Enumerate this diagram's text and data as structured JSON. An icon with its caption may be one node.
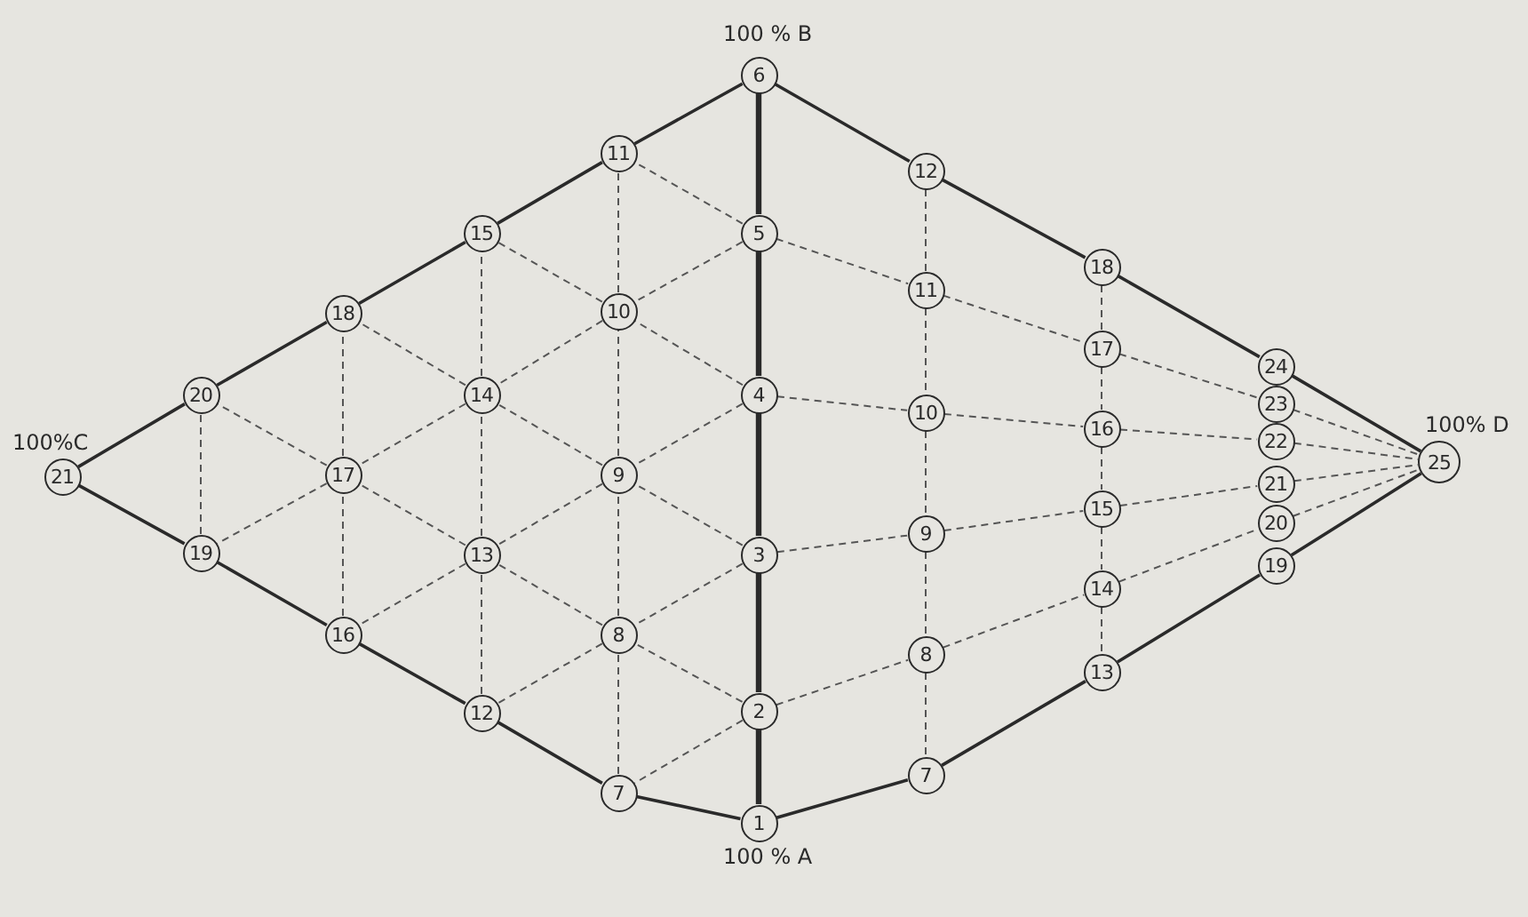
{
  "diagram": {
    "nodes": [
      {
        "text": [
          "1"
        ],
        "beside": [
          "100 % A"
        ]
      },
      {
        "text": [
          "2"
        ]
      },
      {
        "text": [
          "3"
        ]
      },
      {
        "text": [
          "4"
        ]
      },
      {
        "text": [
          "5"
        ]
      },
      {
        "text": [
          "6"
        ],
        "beside": [
          "100 % B"
        ]
      },
      {
        "text": [
          "7"
        ]
      },
      {
        "text": [
          "8"
        ]
      },
      {
        "text": [
          "9"
        ]
      },
      {
        "text": [
          "10"
        ]
      },
      {
        "text": [
          "11"
        ]
      },
      {
        "text": [
          "12"
        ]
      },
      {
        "text": [
          "13"
        ]
      },
      {
        "text": [
          "14"
        ]
      },
      {
        "text": [
          "15"
        ]
      },
      {
        "text": [
          "16"
        ]
      },
      {
        "text": [
          "17"
        ]
      },
      {
        "text": [
          "18"
        ]
      },
      {
        "text": [
          "19"
        ]
      },
      {
        "text": [
          "20"
        ]
      },
      {
        "text": [
          "21"
        ],
        "beside": [
          "100%C"
        ]
      },
      {
        "text": [
          "7"
        ]
      },
      {
        "text": [
          "8"
        ]
      },
      {
        "text": [
          "9"
        ]
      },
      {
        "text": [
          "10"
        ]
      },
      {
        "text": [
          "11"
        ]
      },
      {
        "text": [
          "12"
        ]
      },
      {
        "text": [
          "13"
        ]
      },
      {
        "text": [
          "14"
        ]
      },
      {
        "text": [
          "15"
        ]
      },
      {
        "text": [
          "16"
        ]
      },
      {
        "text": [
          "17"
        ]
      },
      {
        "text": [
          "18"
        ]
      },
      {
        "text": [
          "19"
        ]
      },
      {
        "text": [
          "20"
        ]
      },
      {
        "text": [
          "21"
        ]
      },
      {
        "text": [
          "22"
        ]
      },
      {
        "text": [
          "23"
        ]
      },
      {
        "text": [
          "24"
        ]
      },
      {
        "text": [
          "25"
        ],
        "beside": [
          "100% D"
        ]
      }
    ],
    "edges": [
      {
        "from": 0,
        "to": 6,
        "arrow": "none"
      },
      {
        "from": 6,
        "to": 11,
        "arrow": "none"
      },
      {
        "from": 11,
        "to": 15,
        "arrow": "none"
      },
      {
        "from": 15,
        "to": 18,
        "arrow": "none"
      },
      {
        "from": 18,
        "to": 20,
        "arrow": "none"
      },
      {
        "from": 5,
        "to": 10,
        "arrow": "none"
      },
      {
        "from": 10,
        "to": 14,
        "arrow": "none"
      },
      {
        "from": 14,
        "to": 17,
        "arrow": "none"
      },
      {
        "from": 17,
        "to": 19,
        "arrow": "none"
      },
      {
        "from": 19,
        "to": 20,
        "arrow": "none"
      },
      {
        "from": 5,
        "to": 26,
        "arrow": "none"
      },
      {
        "from": 26,
        "to": 32,
        "arrow": "none"
      },
      {
        "from": 32,
        "to": 38,
        "arrow": "none"
      },
      {
        "from": 38,
        "to": 39,
        "arrow": "none"
      },
      {
        "from": 0,
        "to": 21,
        "arrow": "none"
      },
      {
        "from": 21,
        "to": 27,
        "arrow": "none"
      },
      {
        "from": 27,
        "to": 33,
        "arrow": "none"
      },
      {
        "from": 33,
        "to": 39,
        "arrow": "none"
      },
      {
        "from": 0,
        "to": 1,
        "arrow": "none",
        "style": "thick"
      },
      {
        "from": 1,
        "to": 2,
        "arrow": "none",
        "style": "thick"
      },
      {
        "from": 2,
        "to": 3,
        "arrow": "none",
        "style": "thick"
      },
      {
        "from": 3,
        "to": 4,
        "arrow": "none",
        "style": "thick"
      },
      {
        "from": 4,
        "to": 5,
        "arrow": "none",
        "style": "thick"
      },
      {
        "from": 1,
        "to": 7,
        "arrow": "none",
        "style": "dashed"
      },
      {
        "from": 7,
        "to": 12,
        "arrow": "none",
        "style": "dashed"
      },
      {
        "from": 12,
        "to": 16,
        "arrow": "none",
        "style": "dashed"
      },
      {
        "from": 16,
        "to": 19,
        "arrow": "none",
        "style": "dashed"
      },
      {
        "from": 2,
        "to": 8,
        "arrow": "none",
        "style": "dashed"
      },
      {
        "from": 8,
        "to": 13,
        "arrow": "none",
        "style": "dashed"
      },
      {
        "from": 13,
        "to": 17,
        "arrow": "none",
        "style": "dashed"
      },
      {
        "from": 3,
        "to": 9,
        "arrow": "none",
        "style": "dashed"
      },
      {
        "from": 9,
        "to": 14,
        "arrow": "none",
        "style": "dashed"
      },
      {
        "from": 4,
        "to": 10,
        "arrow": "none",
        "style": "dashed"
      },
      {
        "from": 4,
        "to": 9,
        "arrow": "none",
        "style": "dashed"
      },
      {
        "from": 9,
        "to": 13,
        "arrow": "none",
        "style": "dashed"
      },
      {
        "from": 13,
        "to": 16,
        "arrow": "none",
        "style": "dashed"
      },
      {
        "from": 16,
        "to": 18,
        "arrow": "none",
        "style": "dashed"
      },
      {
        "from": 3,
        "to": 8,
        "arrow": "none",
        "style": "dashed"
      },
      {
        "from": 8,
        "to": 12,
        "arrow": "none",
        "style": "dashed"
      },
      {
        "from": 12,
        "to": 15,
        "arrow": "none",
        "style": "dashed"
      },
      {
        "from": 2,
        "to": 7,
        "arrow": "none",
        "style": "dashed"
      },
      {
        "from": 7,
        "to": 11,
        "arrow": "none",
        "style": "dashed"
      },
      {
        "from": 1,
        "to": 6,
        "arrow": "none",
        "style": "dashed"
      },
      {
        "from": 6,
        "to": 7,
        "arrow": "none",
        "style": "dashed"
      },
      {
        "from": 7,
        "to": 8,
        "arrow": "none",
        "style": "dashed"
      },
      {
        "from": 8,
        "to": 9,
        "arrow": "none",
        "style": "dashed"
      },
      {
        "from": 9,
        "to": 10,
        "arrow": "none",
        "style": "dashed"
      },
      {
        "from": 11,
        "to": 12,
        "arrow": "none",
        "style": "dashed"
      },
      {
        "from": 12,
        "to": 13,
        "arrow": "none",
        "style": "dashed"
      },
      {
        "from": 13,
        "to": 14,
        "arrow": "none",
        "style": "dashed"
      },
      {
        "from": 15,
        "to": 16,
        "arrow": "none",
        "style": "dashed"
      },
      {
        "from": 16,
        "to": 17,
        "arrow": "none",
        "style": "dashed"
      },
      {
        "from": 18,
        "to": 19,
        "arrow": "none",
        "style": "dashed"
      },
      {
        "from": 26,
        "to": 25,
        "arrow": "none",
        "style": "dashed"
      },
      {
        "from": 25,
        "to": 24,
        "arrow": "none",
        "style": "dashed"
      },
      {
        "from": 24,
        "to": 23,
        "arrow": "none",
        "style": "dashed"
      },
      {
        "from": 23,
        "to": 22,
        "arrow": "none",
        "style": "dashed"
      },
      {
        "from": 22,
        "to": 21,
        "arrow": "none",
        "style": "dashed"
      },
      {
        "from": 32,
        "to": 31,
        "arrow": "none",
        "style": "dashed"
      },
      {
        "from": 31,
        "to": 30,
        "arrow": "none",
        "style": "dashed"
      },
      {
        "from": 30,
        "to": 29,
        "arrow": "none",
        "style": "dashed"
      },
      {
        "from": 29,
        "to": 28,
        "arrow": "none",
        "style": "dashed"
      },
      {
        "from": 28,
        "to": 27,
        "arrow": "none",
        "style": "dashed"
      },
      {
        "from": 4,
        "to": 25,
        "arrow": "none",
        "style": "dashed"
      },
      {
        "from": 25,
        "to": 31,
        "arrow": "none",
        "style": "dashed"
      },
      {
        "from": 31,
        "to": 37,
        "arrow": "none",
        "style": "dashed"
      },
      {
        "from": 37,
        "to": 39,
        "arrow": "none",
        "style": "dashed"
      },
      {
        "from": 3,
        "to": 24,
        "arrow": "none",
        "style": "dashed"
      },
      {
        "from": 24,
        "to": 30,
        "arrow": "none",
        "style": "dashed"
      },
      {
        "from": 30,
        "to": 36,
        "arrow": "none",
        "style": "dashed"
      },
      {
        "from": 36,
        "to": 39,
        "arrow": "none",
        "style": "dashed"
      },
      {
        "from": 2,
        "to": 23,
        "arrow": "none",
        "style": "dashed"
      },
      {
        "from": 23,
        "to": 29,
        "arrow": "none",
        "style": "dashed"
      },
      {
        "from": 29,
        "to": 35,
        "arrow": "none",
        "style": "dashed"
      },
      {
        "from": 35,
        "to": 39,
        "arrow": "none",
        "style": "dashed"
      },
      {
        "from": 1,
        "to": 22,
        "arrow": "none",
        "style": "dashed"
      },
      {
        "from": 22,
        "to": 28,
        "arrow": "none",
        "style": "dashed"
      },
      {
        "from": 28,
        "to": 34,
        "arrow": "none",
        "style": "dashed"
      },
      {
        "from": 34,
        "to": 39,
        "arrow": "none",
        "style": "dashed"
      }
    ]
  }
}
